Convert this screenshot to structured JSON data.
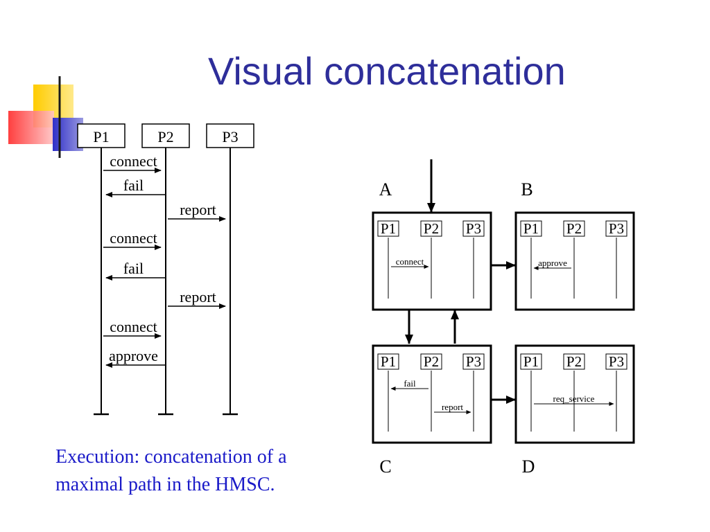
{
  "slide": {
    "title": "Visual concatenation",
    "caption": "Execution: concatenation of a maximal path in the HMSC."
  },
  "colors": {
    "title": "#2e2e9a",
    "caption": "#1a1ac8",
    "deco_yellow": "#ffcc00",
    "deco_red": "#ff3333",
    "deco_blue": "#3333cc"
  },
  "msc": {
    "processes": [
      "P1",
      "P2",
      "P3"
    ],
    "messages": [
      {
        "label": "connect",
        "from": "P1",
        "to": "P2"
      },
      {
        "label": "fail",
        "from": "P2",
        "to": "P1"
      },
      {
        "label": "report",
        "from": "P2",
        "to": "P3"
      },
      {
        "label": "connect",
        "from": "P1",
        "to": "P2"
      },
      {
        "label": "fail",
        "from": "P2",
        "to": "P1"
      },
      {
        "label": "report",
        "from": "P2",
        "to": "P3"
      },
      {
        "label": "connect",
        "from": "P1",
        "to": "P2"
      },
      {
        "label": "approve",
        "from": "P2",
        "to": "P1"
      }
    ]
  },
  "hmsc": {
    "nodes": [
      {
        "id": "A",
        "label": "A",
        "processes": [
          "P1",
          "P2",
          "P3"
        ],
        "messages": [
          {
            "label": "connect",
            "from": "P1",
            "to": "P2"
          }
        ]
      },
      {
        "id": "B",
        "label": "B",
        "processes": [
          "P1",
          "P2",
          "P3"
        ],
        "messages": [
          {
            "label": "approve",
            "from": "P2",
            "to": "P1"
          }
        ]
      },
      {
        "id": "C",
        "label": "C",
        "processes": [
          "P1",
          "P2",
          "P3"
        ],
        "messages": [
          {
            "label": "fail",
            "from": "P2",
            "to": "P1"
          },
          {
            "label": "report",
            "from": "P2",
            "to": "P3"
          }
        ]
      },
      {
        "id": "D",
        "label": "D",
        "processes": [
          "P1",
          "P2",
          "P3"
        ],
        "messages": [
          {
            "label": "req_service",
            "from": "P1",
            "to": "P3"
          }
        ]
      }
    ],
    "edges": [
      {
        "from": "start",
        "to": "A"
      },
      {
        "from": "A",
        "to": "B"
      },
      {
        "from": "A",
        "to": "C"
      },
      {
        "from": "C",
        "to": "A"
      },
      {
        "from": "C",
        "to": "D"
      }
    ]
  }
}
